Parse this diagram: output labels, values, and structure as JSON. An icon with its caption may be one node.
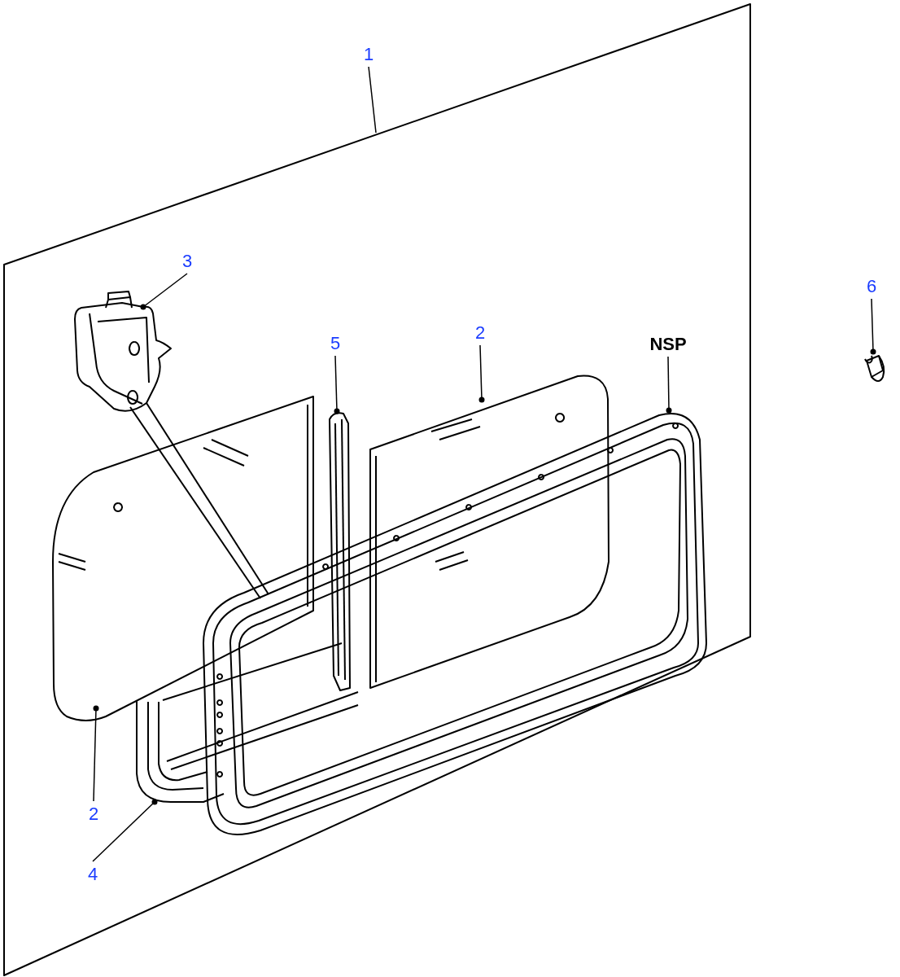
{
  "diagram": {
    "nodes": [
      {
        "text": [
          "1"
        ]
      },
      {
        "text": [],
        "shape": "picture"
      },
      {
        "text": [
          "3"
        ],
        "in": 1
      },
      {
        "text": [],
        "shape": "picture",
        "in": 1
      },
      {
        "text": [
          "5"
        ],
        "in": 1
      },
      {
        "text": [],
        "shape": "picture",
        "in": 1
      },
      {
        "text": [
          "2"
        ],
        "in": 1
      },
      {
        "text": [],
        "shape": "picture",
        "in": 1
      },
      {
        "text": [
          "NSP"
        ],
        "in": 1
      },
      {
        "text": [],
        "shape": "picture",
        "in": 1
      },
      {
        "text": [
          "6"
        ]
      },
      {
        "text": [],
        "shape": "picture"
      },
      {
        "text": [
          "2"
        ],
        "in": 1
      },
      {
        "text": [],
        "shape": "picture",
        "in": 1
      },
      {
        "text": [
          "4"
        ],
        "in": 1
      },
      {
        "text": [],
        "shape": "picture",
        "in": 1
      }
    ],
    "edges": [
      {
        "from": 0,
        "to": 1,
        "arrow": "none"
      },
      {
        "from": 2,
        "to": 3,
        "arrow": "other"
      },
      {
        "from": 4,
        "to": 5,
        "arrow": "other"
      },
      {
        "from": 6,
        "to": 7,
        "arrow": "other"
      },
      {
        "from": 8,
        "to": 9,
        "arrow": "other"
      },
      {
        "from": 10,
        "to": 11,
        "arrow": "other"
      },
      {
        "from": 12,
        "to": 13,
        "arrow": "other"
      },
      {
        "from": 14,
        "to": 15,
        "arrow": "other"
      }
    ]
  }
}
